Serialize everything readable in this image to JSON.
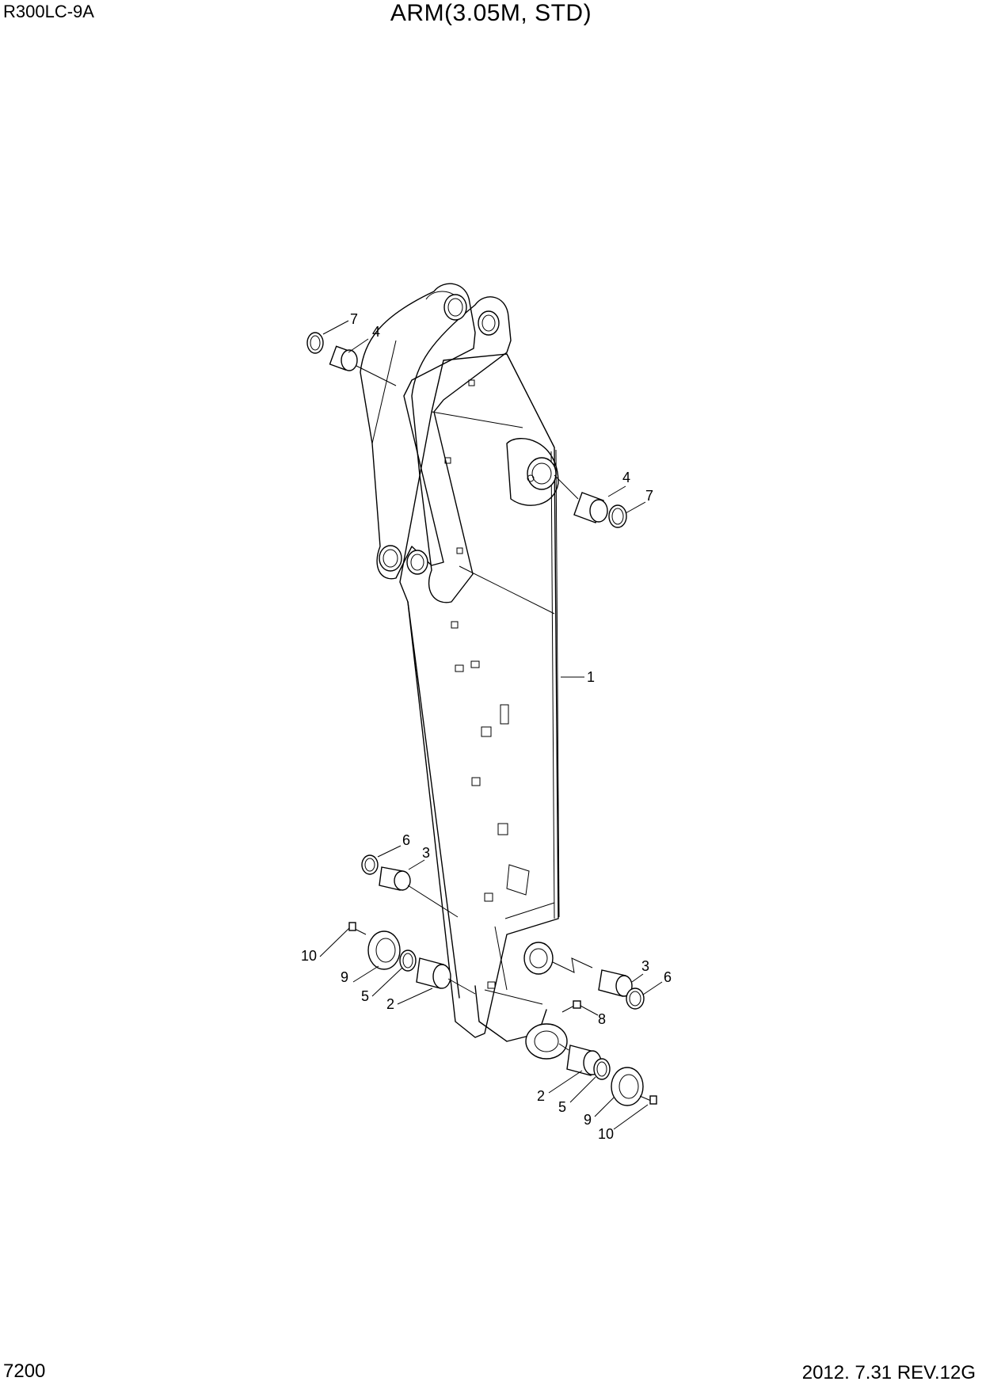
{
  "header": {
    "model": "R300LC-9A",
    "title": "ARM(3.05M, STD)"
  },
  "footer": {
    "page_number": "7200",
    "revision": "2012. 7.31  REV.12G"
  },
  "callouts": [
    {
      "id": "c7a",
      "label": "7"
    },
    {
      "id": "c4a",
      "label": "4"
    },
    {
      "id": "c4b",
      "label": "4"
    },
    {
      "id": "c7b",
      "label": "7"
    },
    {
      "id": "c1",
      "label": "1"
    },
    {
      "id": "c6a",
      "label": "6"
    },
    {
      "id": "c3a",
      "label": "3"
    },
    {
      "id": "c10a",
      "label": "10"
    },
    {
      "id": "c9a",
      "label": "9"
    },
    {
      "id": "c5a",
      "label": "5"
    },
    {
      "id": "c2a",
      "label": "2"
    },
    {
      "id": "c3b",
      "label": "3"
    },
    {
      "id": "c6b",
      "label": "6"
    },
    {
      "id": "c8",
      "label": "8"
    },
    {
      "id": "c2b",
      "label": "2"
    },
    {
      "id": "c5b",
      "label": "5"
    },
    {
      "id": "c9b",
      "label": "9"
    },
    {
      "id": "c10b",
      "label": "10"
    }
  ]
}
